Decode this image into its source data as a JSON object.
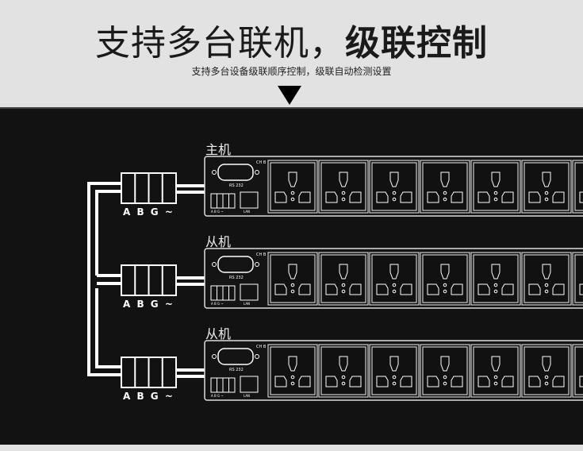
{
  "header": {
    "title_light": "支持多台联机，",
    "title_bold": "级联控制",
    "subtitle": "支持多台设备级联顺序控制，级联自动检测设置"
  },
  "units": [
    {
      "label": "主机"
    },
    {
      "label": "从机"
    },
    {
      "label": "从机"
    }
  ],
  "connector_labels": "A B G ~",
  "panel": {
    "rs232": "RS 232",
    "lan": "LAN",
    "ch": "CH B",
    "mini_labels": "A B G ~"
  },
  "outlet_count": 7,
  "colors": {
    "bg": "#121212",
    "line": "#ffffff",
    "header_bg": "#e2e2e2"
  }
}
